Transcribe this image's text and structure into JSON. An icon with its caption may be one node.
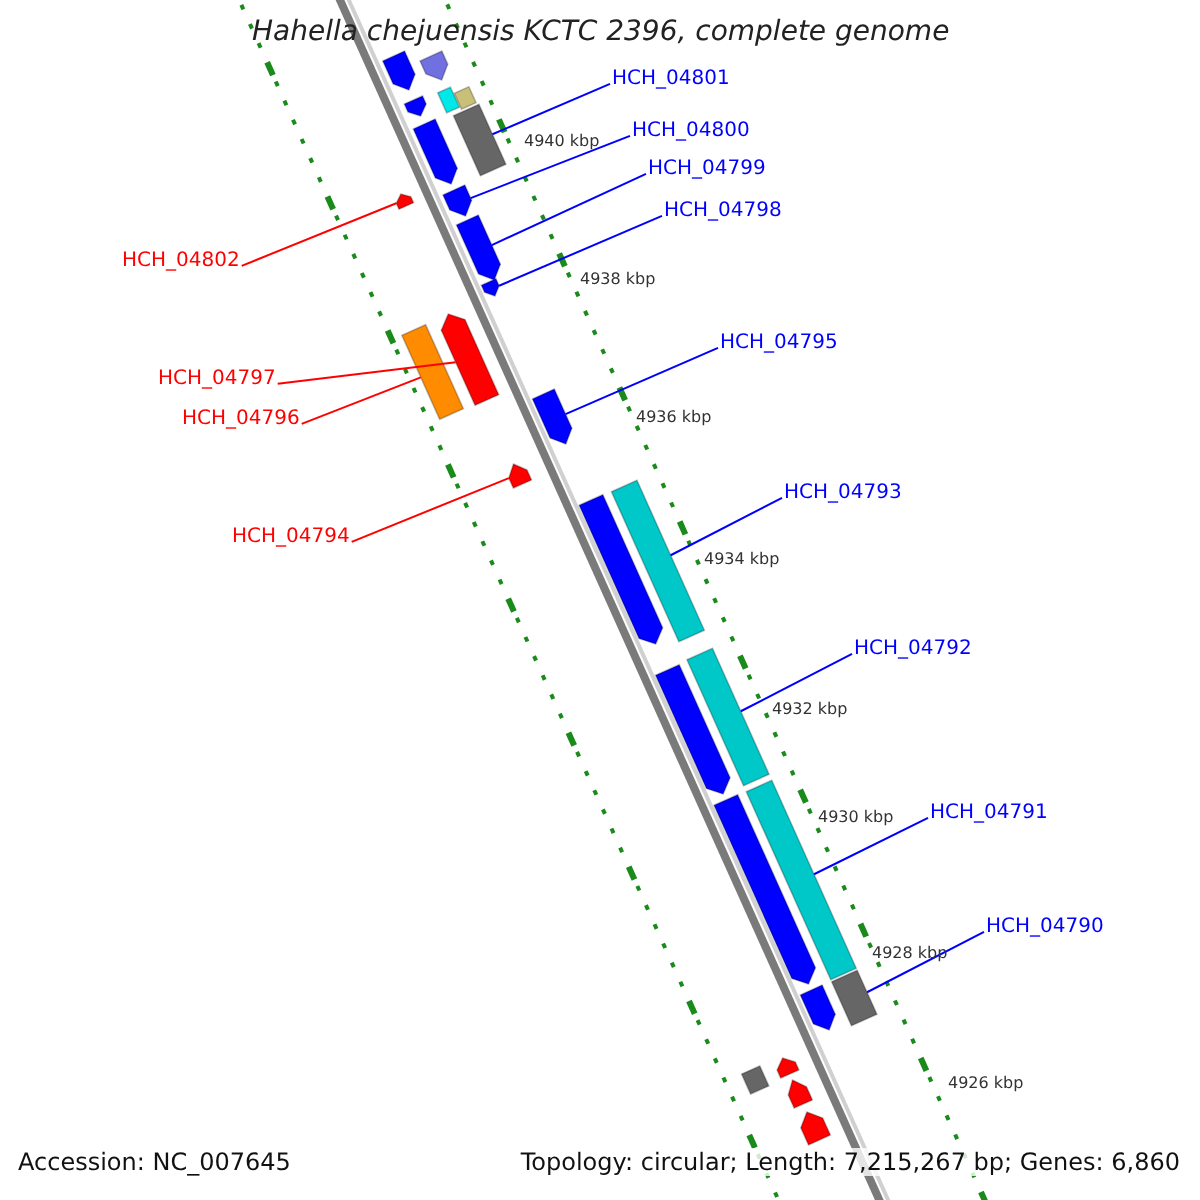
{
  "diagram": {
    "title": "Hahella chejuensis KCTC 2396, complete genome",
    "nodes": [
      {
        "text": [
          "HCH_04801"
        ]
      },
      {
        "text": [
          "HCH_04800"
        ]
      },
      {
        "text": [
          "HCH_04799"
        ]
      },
      {
        "text": [
          "HCH_04798"
        ]
      },
      {
        "text": [
          "HCH_04802"
        ]
      },
      {
        "text": [
          "HCH_04795"
        ]
      },
      {
        "text": [
          "HCH_04797"
        ]
      },
      {
        "text": [
          "HCH_04796"
        ]
      },
      {
        "text": [
          "HCH_04793"
        ]
      },
      {
        "text": [
          "HCH_04794"
        ]
      },
      {
        "text": [
          "HCH_04792"
        ]
      },
      {
        "text": [
          "HCH_04791"
        ]
      },
      {
        "text": [
          "HCH_04790"
        ]
      },
      {
        "text": [],
        "shape": "bar"
      },
      {
        "text": [],
        "shape": "bar"
      },
      {
        "text": [],
        "shape": "bar"
      },
      {
        "text": [],
        "shape": "bar"
      },
      {
        "text": [],
        "shape": "bar"
      },
      {
        "text": [],
        "shape": "bar"
      },
      {
        "text": [],
        "shape": "bar"
      },
      {
        "text": [],
        "shape": "bar"
      },
      {
        "text": [],
        "shape": "bar"
      },
      {
        "text": [],
        "shape": "bar"
      },
      {
        "text": [],
        "shape": "bar"
      },
      {
        "text": [],
        "shape": "bar"
      },
      {
        "text": [],
        "shape": "bar"
      },
      {
        "text": [],
        "shape": "bar"
      },
      {
        "text": [],
        "shape": "bar"
      },
      {
        "text": [],
        "shape": "bar"
      },
      {
        "text": [],
        "shape": "bar"
      },
      {
        "text": [],
        "shape": "bar"
      },
      {
        "text": [],
        "shape": "bar"
      },
      {
        "text": [],
        "shape": "bar"
      },
      {
        "text": [],
        "shape": "bar"
      },
      {
        "text": [],
        "shape": "bar"
      },
      {
        "text": [],
        "shape": "bar"
      },
      {
        "text": [],
        "shape": "bar"
      },
      {
        "text": [],
        "shape": "bar"
      },
      {
        "text": [],
        "shape": "bar"
      },
      {
        "text": [],
        "shape": "bar"
      }
    ],
    "edges": [
      {
        "from": 0,
        "to": 13,
        "arrow": "none"
      },
      {
        "from": 1,
        "to": 14,
        "arrow": "none"
      },
      {
        "from": 2,
        "to": 16,
        "arrow": "none"
      },
      {
        "from": 3,
        "to": 17,
        "arrow": "none"
      },
      {
        "from": 4,
        "to": 15,
        "arrow": "none",
        "color": "#ff0000"
      },
      {
        "from": 5,
        "to": 20,
        "arrow": "none"
      },
      {
        "from": 6,
        "to": 18,
        "arrow": "none",
        "color": "#ff0000"
      },
      {
        "from": 7,
        "to": 19,
        "arrow": "none",
        "color": "#ff0000"
      },
      {
        "from": 8,
        "to": 22,
        "arrow": "none"
      },
      {
        "from": 9,
        "to": 21,
        "arrow": "none",
        "color": "#ff0000"
      },
      {
        "from": 10,
        "to": 23,
        "arrow": "none"
      },
      {
        "from": 11,
        "to": 24,
        "arrow": "none"
      },
      {
        "from": 12,
        "to": 25,
        "arrow": "none"
      }
    ],
    "labels": [
      "4940 kbp",
      "4938 kbp",
      "4936 kbp",
      "4934 kbp",
      "4932 kbp",
      "4930 kbp",
      "4928 kbp",
      "4926 kbp",
      "Accession: NC_007645",
      "Topology: circular; Length: 7,215,267 bp; Genes: 6,860"
    ]
  }
}
